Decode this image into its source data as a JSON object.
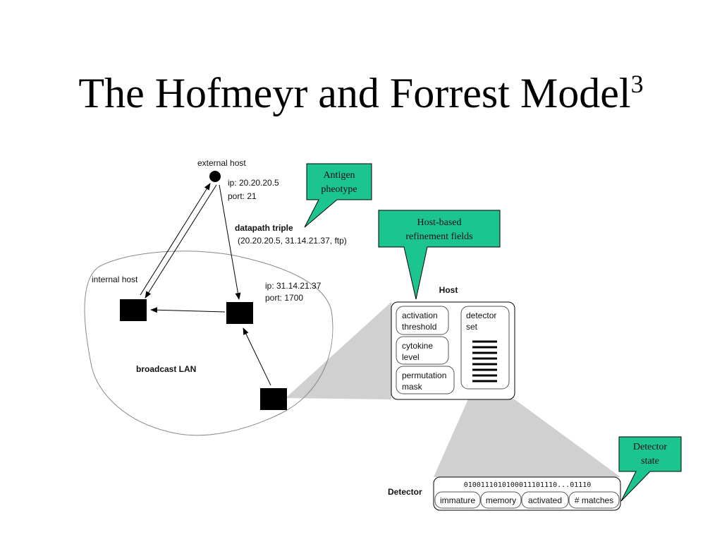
{
  "slide": {
    "title": "The Hofmeyr and Forrest Model",
    "title_superscript": "3"
  },
  "network": {
    "external_host_label": "external host",
    "external_ip": "ip: 20.20.20.5",
    "external_port": "port: 21",
    "datapath_title": "datapath triple",
    "datapath_value": "(20.20.20.5, 31.14.21.37, ftp)",
    "internal_host_label": "internal host",
    "host_ip": "ip: 31.14.21.37",
    "host_port": "port: 1700",
    "lan_label": "broadcast LAN"
  },
  "callouts": {
    "antigen_line1": "Antigen",
    "antigen_line2": "pheotype",
    "refinement_line1": "Host-based",
    "refinement_line2": "refinement fields",
    "detector_state_line1": "Detector",
    "detector_state_line2": "state"
  },
  "host_box": {
    "title": "Host",
    "activation_line1": "activation",
    "activation_line2": "threshold",
    "cytokine_line1": "cytokine",
    "cytokine_line2": "level",
    "permutation_line1": "permutation",
    "permutation_line2": "mask",
    "detector_set_line1": "detector",
    "detector_set_line2": "set"
  },
  "detector_box": {
    "label": "Detector",
    "bitstring": "0100111010100011101110...01110",
    "fields": [
      "immature",
      "memory",
      "activated",
      "# matches"
    ]
  },
  "colors": {
    "callout_fill": "#1cc48f",
    "wedge_fill": "#d0d0d0"
  }
}
